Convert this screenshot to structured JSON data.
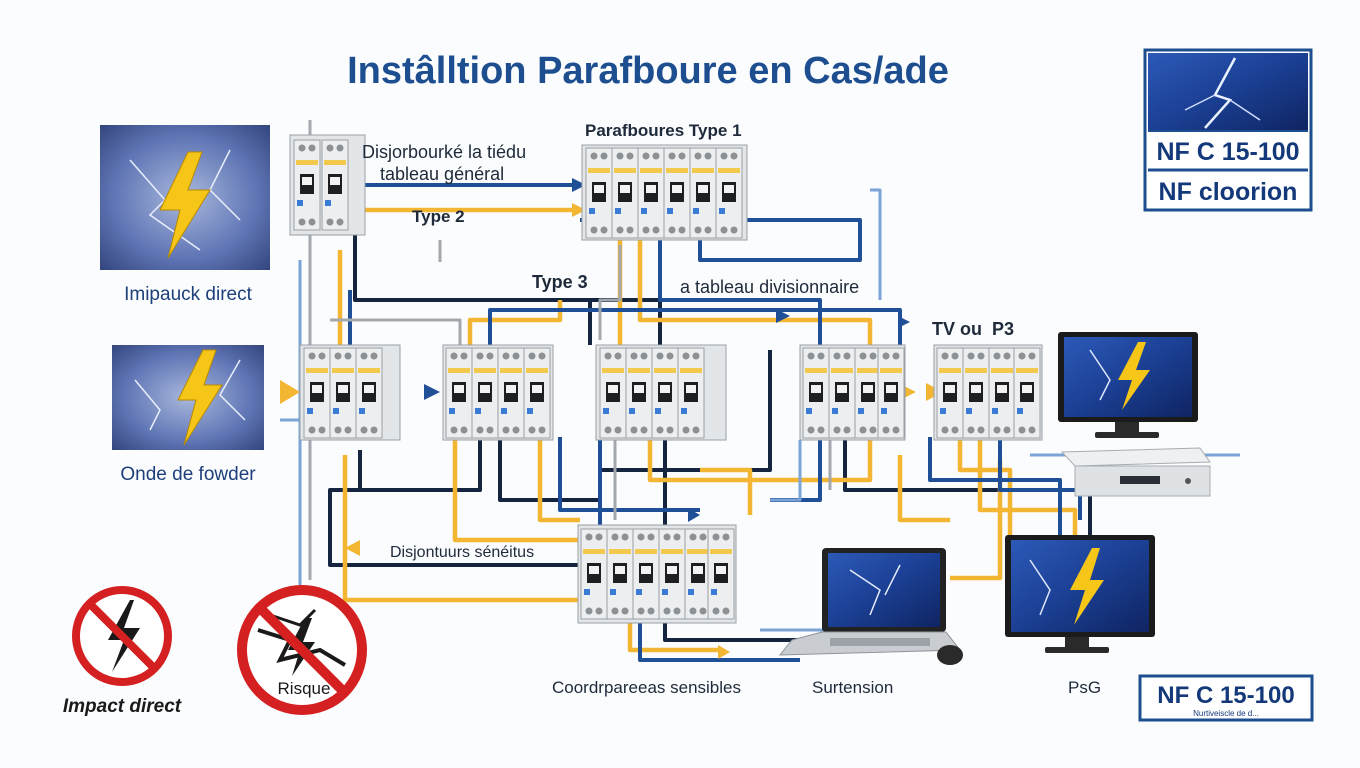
{
  "title": "Instâlltion Parafboure en Cas/ade",
  "badge_top": {
    "line1": "NF C 15-100",
    "line2": "NF cloorion"
  },
  "badge_bottom": {
    "line1": "NF C 15-100",
    "line2": "Nurtiveiscle de d..."
  },
  "labels": {
    "disjoncteur_1": "Disjorbourké la tiédu",
    "disjoncteur_2": "tableau général",
    "parafoudre_type1": "Parafboures Type 1",
    "type2": "Type 2",
    "type3": "Type 3",
    "tableau_divisionnaire": "a tableau divisionnaire",
    "tv_ps": "TV ou  P3",
    "disjoncteurs_sensibles": "Disjontuurs sénéitus",
    "appareils_sensibles": "Coordrpareeas sensibles",
    "surtension": "Surtension",
    "psg": "PsG",
    "left_impact": "Imipauck direct",
    "left_onde": "Onde de fowder",
    "bottom_impact": "Impact direct",
    "bottom_risque": "Risque"
  },
  "icons": [
    "storm-lightning-icon",
    "no-lightning-icon",
    "monitor-icon",
    "laptop-icon",
    "mouse-icon",
    "set-top-box-icon"
  ],
  "colors": {
    "title": "#1d4e8f",
    "wire_yellow": "#f2b632",
    "wire_blue": "#1f4f97",
    "wire_navy": "#15253f",
    "wire_light": "#5a8fcf",
    "no_sign": "#d42020"
  }
}
